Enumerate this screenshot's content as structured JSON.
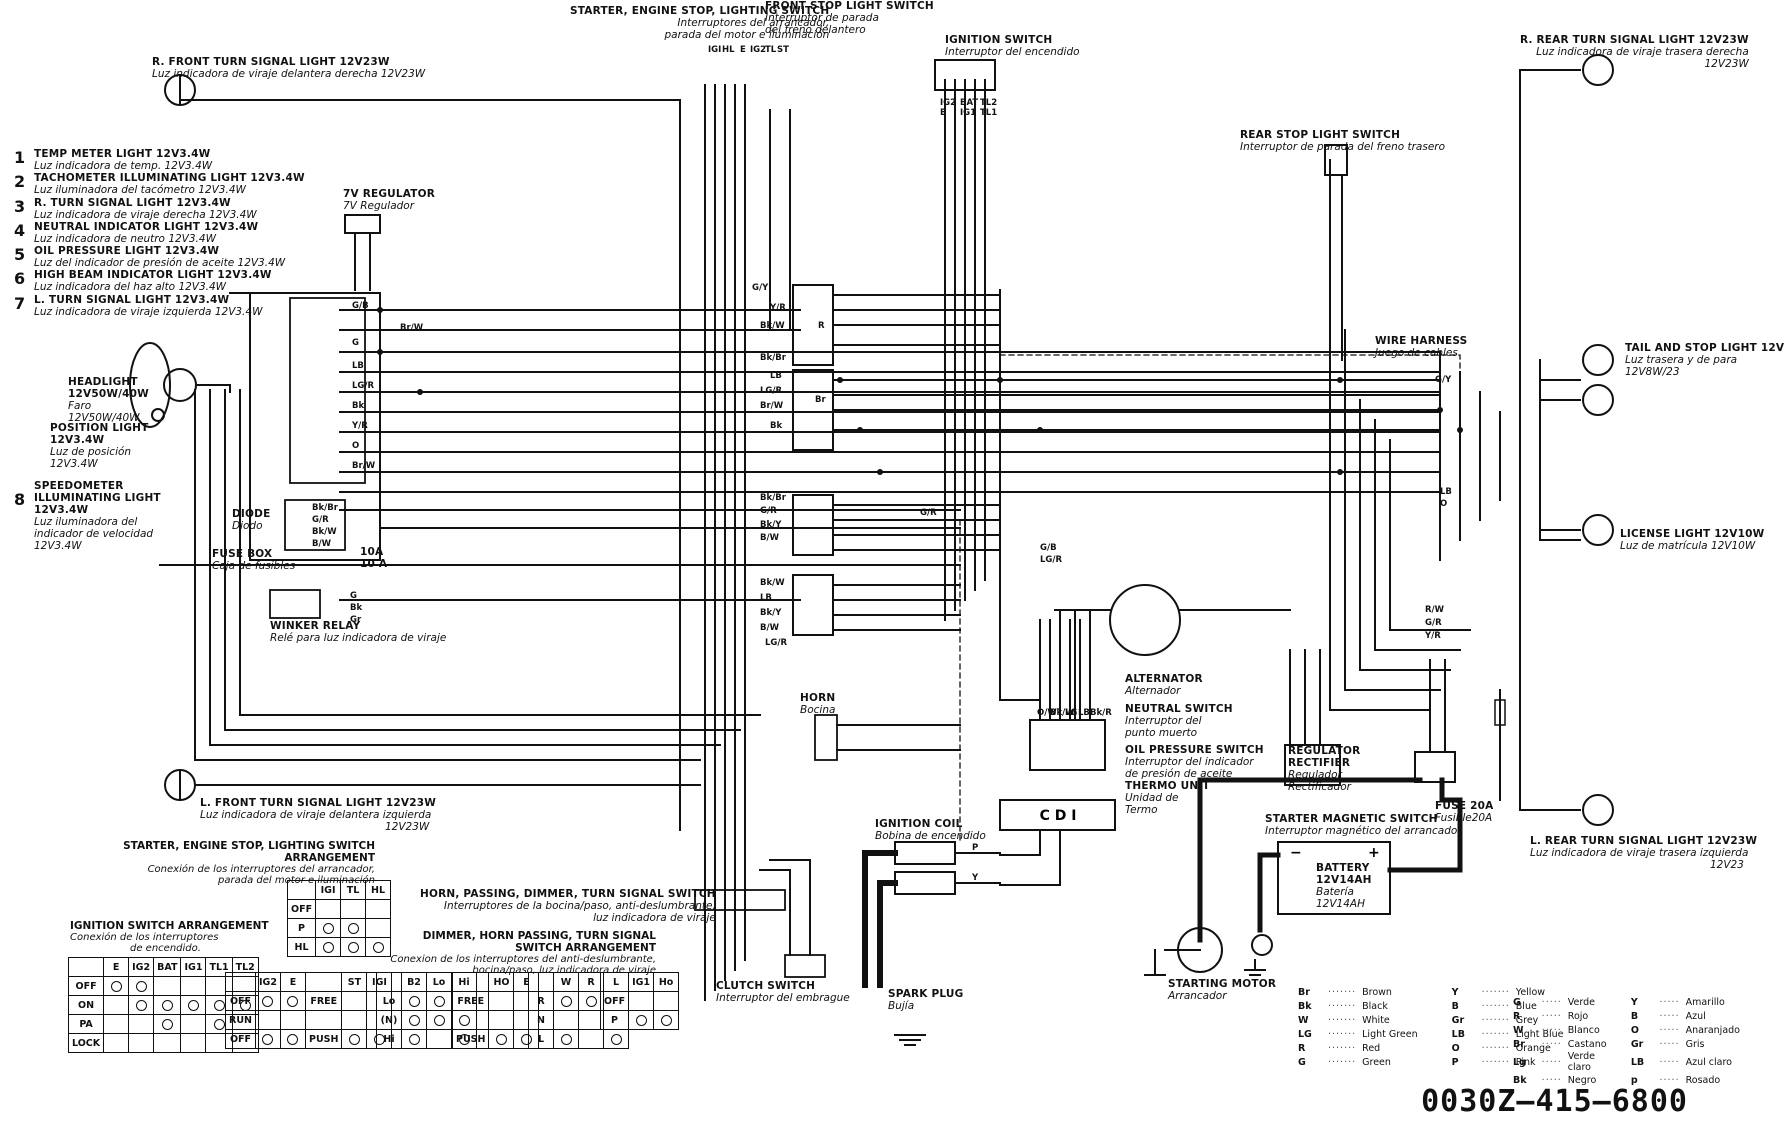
{
  "drawing_number": "0030Z—415—6800",
  "numbered_lights": [
    {
      "n": "1",
      "en": "TEMP METER LIGHT 12V3.4W",
      "es": "Luz indicadora de temp. 12V3.4W"
    },
    {
      "n": "2",
      "en": "TACHOMETER ILLUMINATING LIGHT 12V3.4W",
      "es": "Luz iluminadora del tacómetro 12V3.4W"
    },
    {
      "n": "3",
      "en": "R. TURN SIGNAL LIGHT 12V3.4W",
      "es": "Luz indicadora de viraje derecha 12V3.4W"
    },
    {
      "n": "4",
      "en": "NEUTRAL INDICATOR LIGHT 12V3.4W",
      "es": "Luz indicadora de neutro 12V3.4W"
    },
    {
      "n": "5",
      "en": "OIL PRESSURE LIGHT 12V3.4W",
      "es": "Luz del indicador de presión de aceite 12V3.4W"
    },
    {
      "n": "6",
      "en": "HIGH BEAM INDICATOR LIGHT 12V3.4W",
      "es": "Luz indicadora del haz alto 12V3.4W"
    },
    {
      "n": "7",
      "en": "L. TURN SIGNAL LIGHT 12V3.4W",
      "es": "Luz indicadora de viraje izquierda 12V3.4W"
    },
    {
      "n": "8",
      "en": "SPEEDOMETER ILLUMINATING LIGHT 12V3.4W",
      "es": "Luz iluminadora del indicador de velocidad 12V3.4W"
    }
  ],
  "components": {
    "r_front_turn": {
      "en": "R. FRONT TURN SIGNAL LIGHT 12V23W",
      "es": "Luz indicadora de viraje delantera derecha 12V23W"
    },
    "starter_engine_stop": {
      "en": "STARTER, ENGINE STOP, LIGHTING SWITCH",
      "es1": "Interruptores del arrancador,",
      "es2": "parada del motor e iluminación"
    },
    "front_stop_switch": {
      "en": "FRONT STOP LIGHT SWITCH",
      "es1": "Interruptor de parada",
      "es2": "del freno delantero"
    },
    "ignition_switch": {
      "en": "IGNITION SWITCH",
      "es": "Interruptor del encendido"
    },
    "r_rear_turn": {
      "en": "R. REAR TURN SIGNAL LIGHT 12V23W",
      "es": "Luz indicadora de viraje trasera derecha",
      "es2": "12V23W"
    },
    "regulator": {
      "en": "7V REGULATOR",
      "es": "7V Regulador"
    },
    "rear_stop_switch": {
      "en": "REAR STOP LIGHT SWITCH",
      "es": "Interruptor de parada del freno trasero"
    },
    "wire_harness": {
      "en": "WIRE HARNESS",
      "es": "Juego de cables"
    },
    "tail_stop": {
      "en": "TAIL AND STOP LIGHT 12V",
      "es": "Luz trasera y de para",
      "es2": "12V8W/23"
    },
    "headlight": {
      "en": "HEADLIGHT",
      "en2": "12V50W/40W",
      "es": "Faro",
      "es2": "12V50W/40W"
    },
    "position_light": {
      "en": "POSITION LIGHT",
      "en2": "12V3.4W",
      "es": "Luz de posición",
      "es2": "12V3.4W"
    },
    "license": {
      "en": "LICENSE LIGHT 12V10W",
      "es": "Luz de matrícula 12V10W"
    },
    "diode": {
      "en": "DIODE",
      "es": "Diodo"
    },
    "fuse_box": {
      "en": "FUSE BOX",
      "es": "Caja de fusibles",
      "val1": "10A",
      "val2": "10 A"
    },
    "winker_relay": {
      "en": "WINKER RELAY",
      "es": "Relé para luz indicadora de viraje"
    },
    "alternator": {
      "en": "ALTERNATOR",
      "es": "Alternador"
    },
    "neutral_switch": {
      "en": "NEUTRAL SWITCH",
      "es1": "Interruptor del",
      "es2": "punto muerto"
    },
    "oil_switch": {
      "en": "OIL PRESSURE SWITCH",
      "es1": "Interruptor del indicador",
      "es2": "de presión de aceite"
    },
    "thermo": {
      "en": "THERMO UNIT",
      "es1": "Unidad de",
      "es2": "Termo"
    },
    "reg_rect": {
      "en1": "REGULATOR",
      "en2": "RECTIFIER",
      "es1": "Regulador",
      "es2": "Rectificador"
    },
    "horn": {
      "en": "HORN",
      "es": "Bocina"
    },
    "l_front_turn": {
      "en": "L. FRONT TURN SIGNAL LIGHT 12V23W",
      "es": "Luz indicadora de viraje delantera izquierda",
      "es2": "12V23W"
    },
    "fuse_main": {
      "en": "FUSE 20A",
      "es": "Fusible20A"
    },
    "starter_mag": {
      "en": "STARTER MAGNETIC SWITCH",
      "es": "Interruptor magnético del arrancador"
    },
    "l_rear_turn": {
      "en": "L. REAR TURN SIGNAL LIGHT 12V23W",
      "es": "Luz indicadora de viraje trasera izquierda",
      "es2": "12V23"
    },
    "ignition_coil": {
      "en": "IGNITION COIL",
      "es": "Bobina de encendido"
    },
    "cdi": {
      "label": "C D I"
    },
    "battery": {
      "en": "BATTERY",
      "en2": "12V14AH",
      "es": "Batería",
      "es2": "12V14AH"
    },
    "horn_passing": {
      "en": "HORN, PASSING, DIMMER, TURN SIGNAL SWITCH",
      "es1": "Interruptores de la bocina/paso, anti-deslumbrante,",
      "es2": "luz indicadora de viraje"
    },
    "clutch": {
      "en": "CLUTCH SWITCH",
      "es": "Interruptor del embrague"
    },
    "spark_plug": {
      "en": "SPARK PLUG",
      "es": "Bujía"
    },
    "starting_motor": {
      "en": "STARTING MOTOR",
      "es": "Arrancador"
    }
  },
  "arrangements": {
    "starter_stop": {
      "en": "STARTER, ENGINE STOP, LIGHTING SWITCH ARRANGEMENT",
      "es1": "Conexión de los interruptores del arrancador,",
      "es2": "parada del motor e iluminación",
      "header": [
        "",
        "IGI",
        "TL",
        "HL"
      ],
      "rows": [
        "OFF",
        "P",
        "HL"
      ]
    },
    "ignition": {
      "en": "IGNITION SWITCH ARRANGEMENT",
      "es1": "Conexión de los interruptores",
      "es2": "de encendido.",
      "header": [
        "",
        "E",
        "IG2",
        "BAT",
        "IG1",
        "TL1",
        "TL2"
      ],
      "rows": [
        "OFF",
        "ON",
        "PA",
        "LOCK"
      ]
    },
    "engine_stop": {
      "header": [
        "",
        "IG2",
        "E",
        "",
        "ST",
        "IGI"
      ],
      "rows": [
        "OFF",
        "RUN",
        "OFF"
      ],
      "free": "FREE",
      "push": "PUSH"
    },
    "dimmer": {
      "en": "DIMMER, HORN PASSING, TURN SIGNAL SWITCH ARRANGEMENT",
      "es1": "Conexion de los interruptores del anti-deslumbrante,",
      "es2": "bocina/paso, luz indicadora de viraje",
      "header1": [
        "",
        "B2",
        "Lo",
        "Hi"
      ],
      "rows1": [
        "Lo",
        "(N)",
        "Hi"
      ],
      "header2": [
        "",
        "HO",
        "E"
      ],
      "rows2": [
        "FREE",
        "PUSH"
      ],
      "header3": [
        "",
        "W",
        "R",
        "L"
      ],
      "rows3": [
        "R",
        "N",
        "L"
      ],
      "header4": [
        "",
        "IG1",
        "Ho"
      ],
      "rows4": [
        "OFF",
        "P"
      ]
    }
  },
  "color_legend_en": [
    [
      "Br",
      "Brown"
    ],
    [
      "Bk",
      "Black"
    ],
    [
      "W",
      "White"
    ],
    [
      "LG",
      "Light Green"
    ],
    [
      "R",
      "Red"
    ],
    [
      "G",
      "Green"
    ],
    [
      "Y",
      "Yellow"
    ],
    [
      "B",
      "Blue"
    ],
    [
      "Gr",
      "Grey"
    ],
    [
      "LB",
      "Light Blue"
    ],
    [
      "O",
      "Orange"
    ],
    [
      "P",
      "Pink"
    ]
  ],
  "color_legend_es": [
    [
      "G",
      "Verde"
    ],
    [
      "R",
      "Rojo"
    ],
    [
      "W",
      "Blanco"
    ],
    [
      "Br",
      "Castano"
    ],
    [
      "Lg",
      "Verde claro"
    ],
    [
      "Bk",
      "Negro"
    ],
    [
      "Y",
      "Amarillo"
    ],
    [
      "B",
      "Azul"
    ],
    [
      "O",
      "Anaranjado"
    ],
    [
      "Gr",
      "Gris"
    ],
    [
      "LB",
      "Azul claro"
    ],
    [
      "p",
      "Rosado"
    ]
  ],
  "cdi_label": "C D I",
  "wire_codes_left": [
    "G/B",
    "Br/W",
    "G",
    "G",
    "LB",
    "LG/R",
    "Bk",
    "Y/R",
    "O",
    "Br/W",
    "G/R"
  ],
  "wire_codes_mid": [
    "Bk",
    "G/Y",
    "Y/R",
    "Bk/W",
    "Bk/Br",
    "LB",
    "LG/R",
    "Br/W",
    "Bk",
    "Bk/Br",
    "G/R",
    "Bk/Y",
    "B/W",
    "Bk/W",
    "LB",
    "Bk/Y",
    "B/W",
    "G/R",
    "LG/R"
  ],
  "wire_codes_right": [
    "G/Y",
    "G/B",
    "LG/R",
    "LB",
    "O",
    "R/W",
    "G/R",
    "Y/R"
  ],
  "fuse_box_labels": [
    "Bk/Br",
    "G/R",
    "Bk/W",
    "B/W"
  ],
  "winker_labels": [
    "G",
    "Bk",
    "Gr"
  ],
  "cdi_wire_labels": [
    "O/W",
    "Bk/W",
    "LG",
    "LB",
    "Bk/R"
  ],
  "coil_wire_labels": [
    "P",
    "Y"
  ],
  "relay_labels": [
    "R",
    "Br"
  ],
  "switch_terminal_labels": [
    "IGI",
    "HL",
    "E",
    "IG2",
    "TL",
    "ST"
  ],
  "ignition_terminal_labels": [
    "IG2",
    "BAT",
    "TL2",
    "E",
    "IG1",
    "TL1"
  ]
}
